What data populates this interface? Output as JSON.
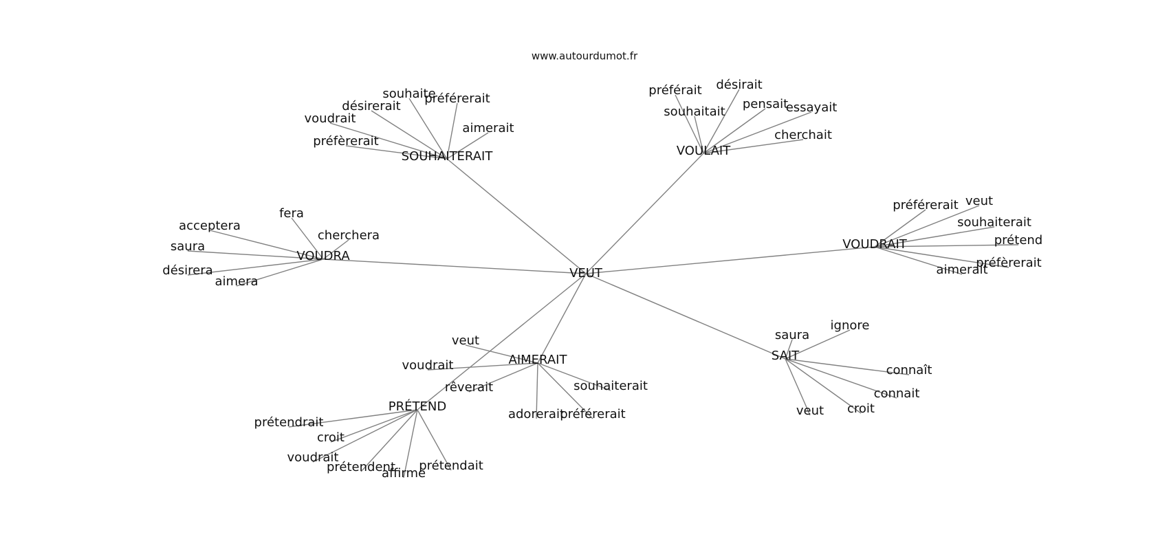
{
  "source": "www.autourdumot.fr",
  "center": "VEUT",
  "hubs": [
    {
      "label": "SOUHAITERAIT",
      "children": [
        "souhaite",
        "préférerait",
        "désirerait",
        "voudrait",
        "aimerait",
        "préfèrerait"
      ]
    },
    {
      "label": "VOULAIT",
      "children": [
        "préférait",
        "désirait",
        "souhaitait",
        "pensait",
        "essayait",
        "cherchait"
      ]
    },
    {
      "label": "VOUDRA",
      "children": [
        "fera",
        "acceptera",
        "cherchera",
        "saura",
        "désirera",
        "aimera"
      ]
    },
    {
      "label": "VOUDRAIT",
      "children": [
        "préférerait",
        "veut",
        "souhaiterait",
        "prétend",
        "préfèrerait",
        "aimerait"
      ]
    },
    {
      "label": "AIMERAIT",
      "children": [
        "veut",
        "voudrait",
        "rêverait",
        "souhaiterait",
        "adorerait",
        "préférerait"
      ]
    },
    {
      "label": "SAIT",
      "children": [
        "saura",
        "ignore",
        "connaît",
        "connait",
        "veut",
        "croit"
      ]
    },
    {
      "label": "PRÉTEND",
      "children": [
        "prétendrait",
        "croit",
        "voudrait",
        "prétendent",
        "affirme",
        "prétendait"
      ]
    }
  ]
}
